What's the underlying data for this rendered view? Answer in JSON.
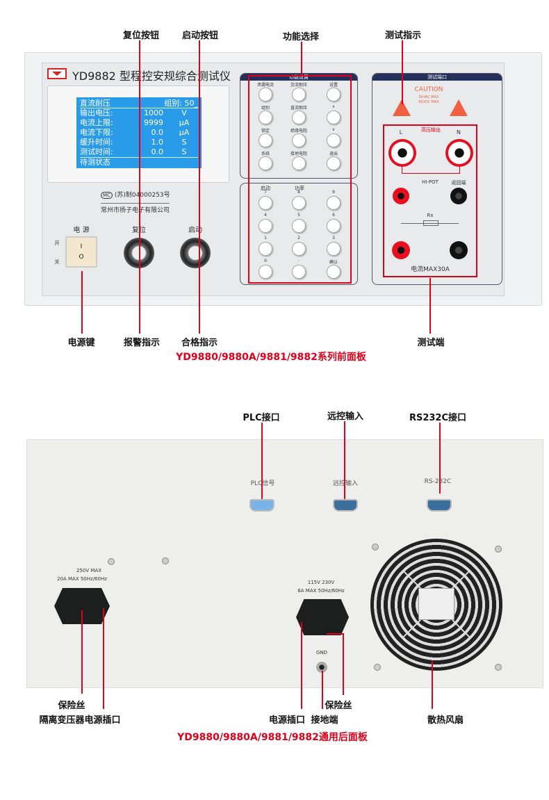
{
  "front": {
    "title": "YD9882 型程控安规综合测试仪",
    "lcd": {
      "mode": "直流耐压",
      "group": "组别: 50_",
      "rows": [
        {
          "label": "输出电压:",
          "value": "1000",
          "unit": "V"
        },
        {
          "label": "电流上限:",
          "value": "9999",
          "unit": "μA"
        },
        {
          "label": "电流下限:",
          "value": "0.0",
          "unit": "μA"
        },
        {
          "label": "缓升时间:",
          "value": "1.0",
          "unit": "S"
        },
        {
          "label": "测试时间:",
          "value": "0.0",
          "unit": "S"
        }
      ],
      "status": "待测状态"
    },
    "cert": "(苏)制04000253号",
    "company": "常州市扬子电子有限公司",
    "power_label": "电 源",
    "on": "开",
    "off": "关",
    "reset_label": "复位",
    "start_label": "启动",
    "function_panel": {
      "title": "功能设置",
      "keys": [
        "泄漏电流",
        "交流耐压",
        "设置",
        "组别",
        "直流耐压",
        "∧",
        "锁定",
        "绝缘电阻",
        "∨",
        "系统",
        "接地电阻",
        "退出"
      ]
    },
    "keypad": {
      "top_labels": [
        "启动",
        "功率"
      ],
      "keys": [
        "7",
        "8",
        "9",
        "4",
        "5",
        "6",
        "1",
        "2",
        "3",
        "0",
        "·",
        "确认"
      ]
    },
    "test_port": {
      "title": "测试端口",
      "caution": "CAUTION",
      "caution_l1": "5kVAC   MAX",
      "caution_l2": "6kVDC   MAX",
      "hv_out": "高压输出",
      "L": "L",
      "N": "N",
      "hipot": "HI-POT",
      "return": "返回端",
      "rx": "Rx",
      "current": "电流MAX30A"
    }
  },
  "front_annotations": {
    "reset_button": "复位按钮",
    "start_button": "启动按钮",
    "function_select": "功能选择",
    "test_indicator": "测试指示",
    "power_key": "电源键",
    "alarm_indicator": "报警指示",
    "pass_indicator": "合格指示",
    "test_terminal": "测试端",
    "caption": "YD9880/9880A/9881/9882系列前面板"
  },
  "rear": {
    "plc": "PLC信号",
    "remote": "远控输入",
    "rs232": "RS-232C",
    "left_rating1": "250V    MAX",
    "left_rating2": "20A MAX  50Hz/60Hz",
    "right_rating1": "115V   230V",
    "right_rating2": "6A MAX  50Hz/60Hz",
    "gnd": "GND"
  },
  "rear_annotations": {
    "plc_port": "PLC接口",
    "remote_input": "远控输入",
    "rs232_port": "RS232C接口",
    "fuse_left": "保险丝",
    "isolation_inlet": "隔离变压器电源插口",
    "power_inlet": "电源插口",
    "fuse_right": "保险丝",
    "ground": "接地端",
    "fan": "散热风扇",
    "caption": "YD9880/9880A/9881/9882通用后面板"
  }
}
